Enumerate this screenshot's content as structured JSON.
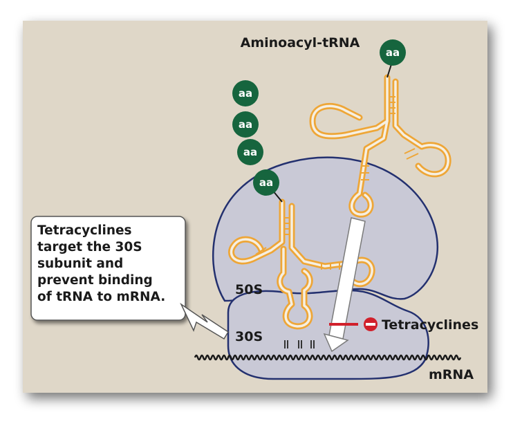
{
  "title": "Aminoacyl-tRNA",
  "aa_label": "aa",
  "subunit_large": "50S",
  "subunit_small": "30S",
  "drug_label": "Tetracyclines",
  "mrna_label": "mRNA",
  "callout_lines": [
    "Tetracyclines",
    "target the 30S",
    "subunit and",
    "prevent binding",
    "of tRNA to mRNA."
  ],
  "colors": {
    "panel": "#dfd7c8",
    "ribosome_fill": "#c9c9d6",
    "ribosome_stroke": "#23306f",
    "trna_orange": "#eea637",
    "aa_green": "#16653e",
    "inhibit_red": "#d1202b"
  },
  "icons": [
    "minus-circle-icon",
    "white-arrow-icon",
    "callout-pointer-icon"
  ]
}
